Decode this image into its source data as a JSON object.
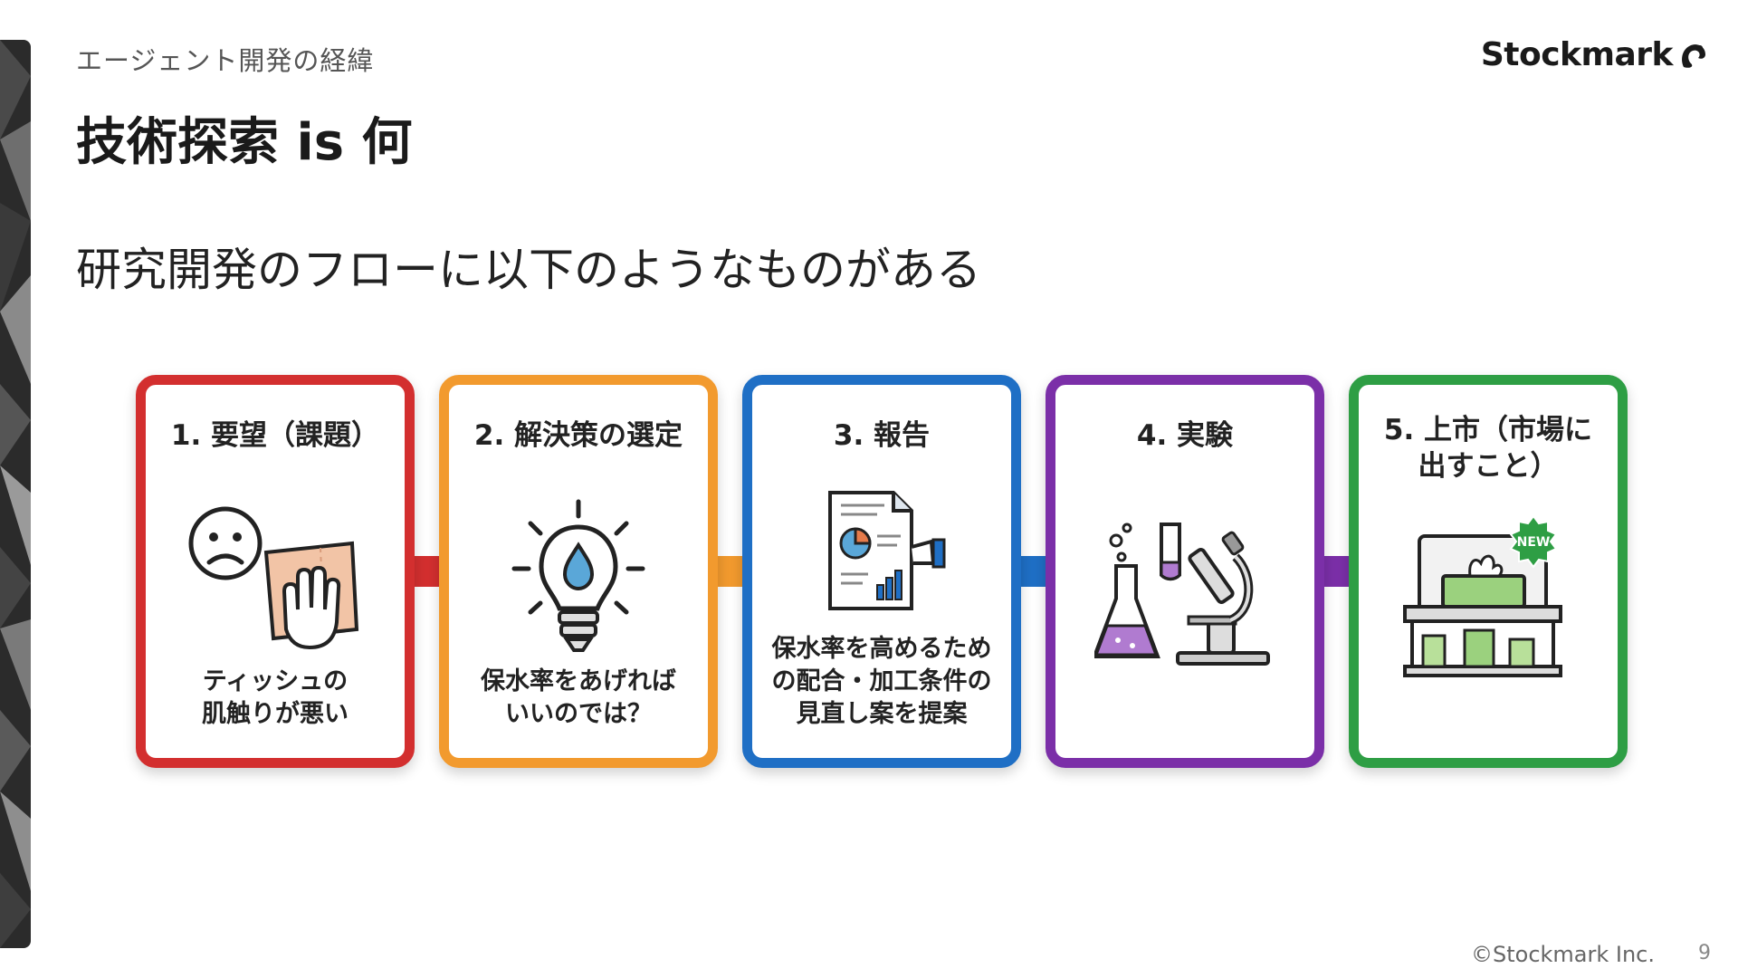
{
  "header": {
    "section_label": "エージェント開発の経緯",
    "logo_text": "Stockmark",
    "title": "技術探索 is 何"
  },
  "main": {
    "lead_text": "研究開発のフローに以下のようなものがある",
    "steps": [
      {
        "title": "1. 要望（課題）",
        "description": "ティッシュの\n肌触りが悪い",
        "color": "#d32f2f",
        "icon": "unhappy-face-and-tissue-icon"
      },
      {
        "title": "2. 解決策の選定",
        "description": "保水率をあげれば\nいいのでは？",
        "color": "#f29a2e",
        "icon": "lightbulb-water-drop-icon"
      },
      {
        "title": "3. 報告",
        "description": "保水率を高めるため\nの配合・加工条件の\n見直し案を提案",
        "color": "#1f6fc5",
        "icon": "report-document-icon"
      },
      {
        "title": "4. 実験",
        "description": "",
        "color": "#7b2fa8",
        "icon": "lab-flask-microscope-icon"
      },
      {
        "title": "5. 上市（市場に\n出すこと）",
        "description": "",
        "color": "#2e9e44",
        "icon": "store-shelf-new-product-icon"
      }
    ],
    "new_badge": "NEW",
    "arrow_colors": [
      "#d32f2f",
      "#f29a2e",
      "#1f6fc5",
      "#7b2fa8"
    ]
  },
  "footer": {
    "copyright": "©Stockmark Inc.",
    "page_number": "9"
  }
}
